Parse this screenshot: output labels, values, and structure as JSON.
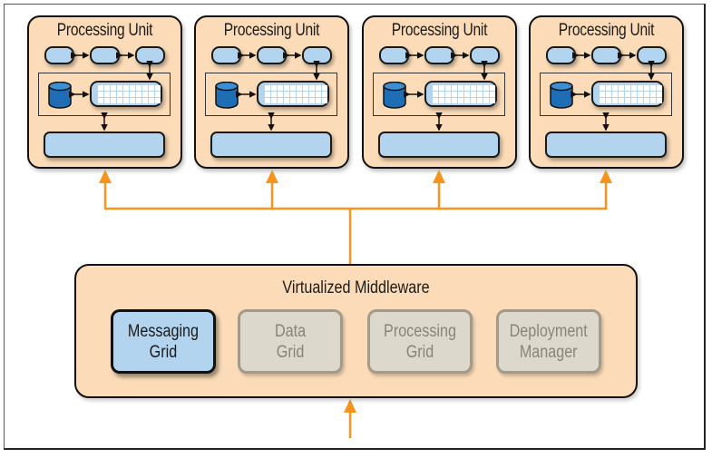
{
  "diagram": {
    "processing_units": [
      {
        "title": "Processing Unit"
      },
      {
        "title": "Processing Unit"
      },
      {
        "title": "Processing Unit"
      },
      {
        "title": "Processing Unit"
      }
    ],
    "middleware": {
      "title": "Virtualized Middleware",
      "components": [
        {
          "line1": "Messaging",
          "line2": "Grid",
          "state": "active"
        },
        {
          "line1": "Data",
          "line2": "Grid",
          "state": "inactive"
        },
        {
          "line1": "Processing",
          "line2": "Grid",
          "state": "inactive"
        },
        {
          "line1": "Deployment",
          "line2": "Manager",
          "state": "inactive"
        }
      ]
    },
    "colors": {
      "container_fill": "#fcdcb8",
      "component_fill": "#b3d4ee",
      "inactive_fill": "#ddd8cc",
      "connector": "#f7941d",
      "database": "#1f6db5"
    }
  }
}
